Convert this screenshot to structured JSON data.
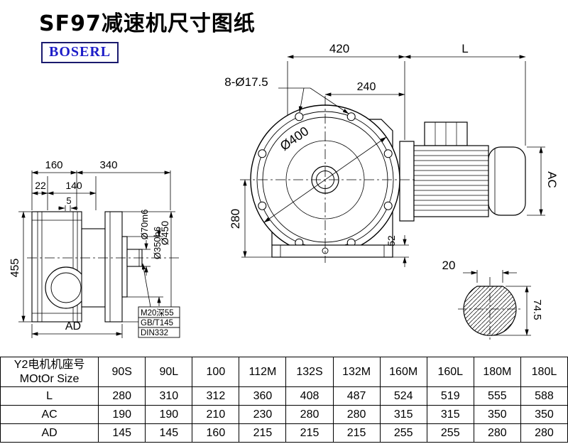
{
  "title": "SF97减速机尺寸图纸",
  "logo": "BOSERL",
  "dims": {
    "d420": "420",
    "dL": "L",
    "holes": "8-Ø17.5",
    "d240": "240",
    "dia400": "Ø400",
    "d280": "280",
    "d52": "52",
    "ac": "AC",
    "d160": "160",
    "d340": "340",
    "d22": "22",
    "d140": "140",
    "d5": "5",
    "dia70": "Ø70m6",
    "dia350": "Ø350h6",
    "dia450": "Ø450",
    "d455": "455",
    "ad": "AD",
    "note1": "M20深55",
    "note2": "GB/T145",
    "note3": "DIN332",
    "d20": "20",
    "d745": "74.5"
  },
  "table": {
    "header_line1": "Y2电机机座号",
    "header_line2": "MOtOr Size",
    "motor_sizes": [
      "90S",
      "90L",
      "100",
      "112M",
      "132S",
      "132M",
      "160M",
      "160L",
      "180M",
      "180L"
    ],
    "rows": [
      {
        "label": "L",
        "values": [
          "280",
          "310",
          "312",
          "360",
          "408",
          "487",
          "524",
          "519",
          "555",
          "588"
        ]
      },
      {
        "label": "AC",
        "values": [
          "190",
          "190",
          "210",
          "230",
          "280",
          "280",
          "315",
          "315",
          "350",
          "350"
        ]
      },
      {
        "label": "AD",
        "values": [
          "145",
          "145",
          "160",
          "215",
          "215",
          "215",
          "255",
          "255",
          "280",
          "280"
        ]
      }
    ]
  }
}
